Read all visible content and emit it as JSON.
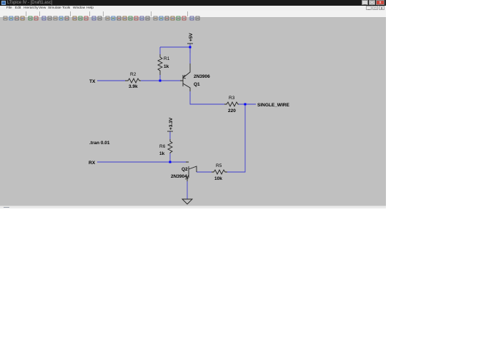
{
  "window": {
    "title": "LTspice IV - [Draft1.asc]",
    "buttons": [
      "_",
      "□",
      "x"
    ]
  },
  "menu": {
    "items": [
      "File",
      "Edit",
      "Hierarchy",
      "View",
      "Simulate",
      "Tools",
      "Window",
      "Help"
    ],
    "doc_buttons": [
      "_",
      "□",
      "x"
    ]
  },
  "toolbar": {
    "icons": [
      "new-schematic-icon",
      "open-icon",
      "save-icon",
      "control-panel-icon",
      "run-icon",
      "halt-icon",
      "zoom-in-icon",
      "pan-icon",
      "zoom-out-icon",
      "zoom-fit-icon",
      "autorange-icon",
      "cut-icon",
      "copy-icon",
      "paste-icon",
      "print-icon",
      "find-icon",
      "wire-icon",
      "ground-icon",
      "label-icon",
      "resistor-icon",
      "capacitor-icon",
      "inductor-icon",
      "diode-icon",
      "component-icon",
      "move-icon",
      "drag-icon",
      "undo-icon",
      "redo-icon",
      "rotate-icon",
      "mirror-icon",
      "text-icon",
      "spice-directive-icon"
    ]
  },
  "schematic": {
    "wire_color": "#3b3bd0",
    "component_color": "#202020",
    "junction_color": "#0000ff",
    "labels": {
      "tx": "TX",
      "rx": "RX",
      "single_wire": "SINGLE_WIRE",
      "supply_5v": "+5V",
      "supply_3v3": "+3.3V",
      "directive": ".tran 0.01"
    },
    "components": {
      "r1": {
        "name": "R1",
        "value": "1k"
      },
      "r2": {
        "name": "R2",
        "value": "3.9k"
      },
      "r3": {
        "name": "R3",
        "value": "220"
      },
      "r5": {
        "name": "R5",
        "value": "10k"
      },
      "r6": {
        "name": "R6",
        "value": "1k"
      },
      "q1": {
        "name": "Q1",
        "model": "2N3906"
      },
      "q2": {
        "name": "Q2",
        "model": "2N3904"
      }
    }
  }
}
